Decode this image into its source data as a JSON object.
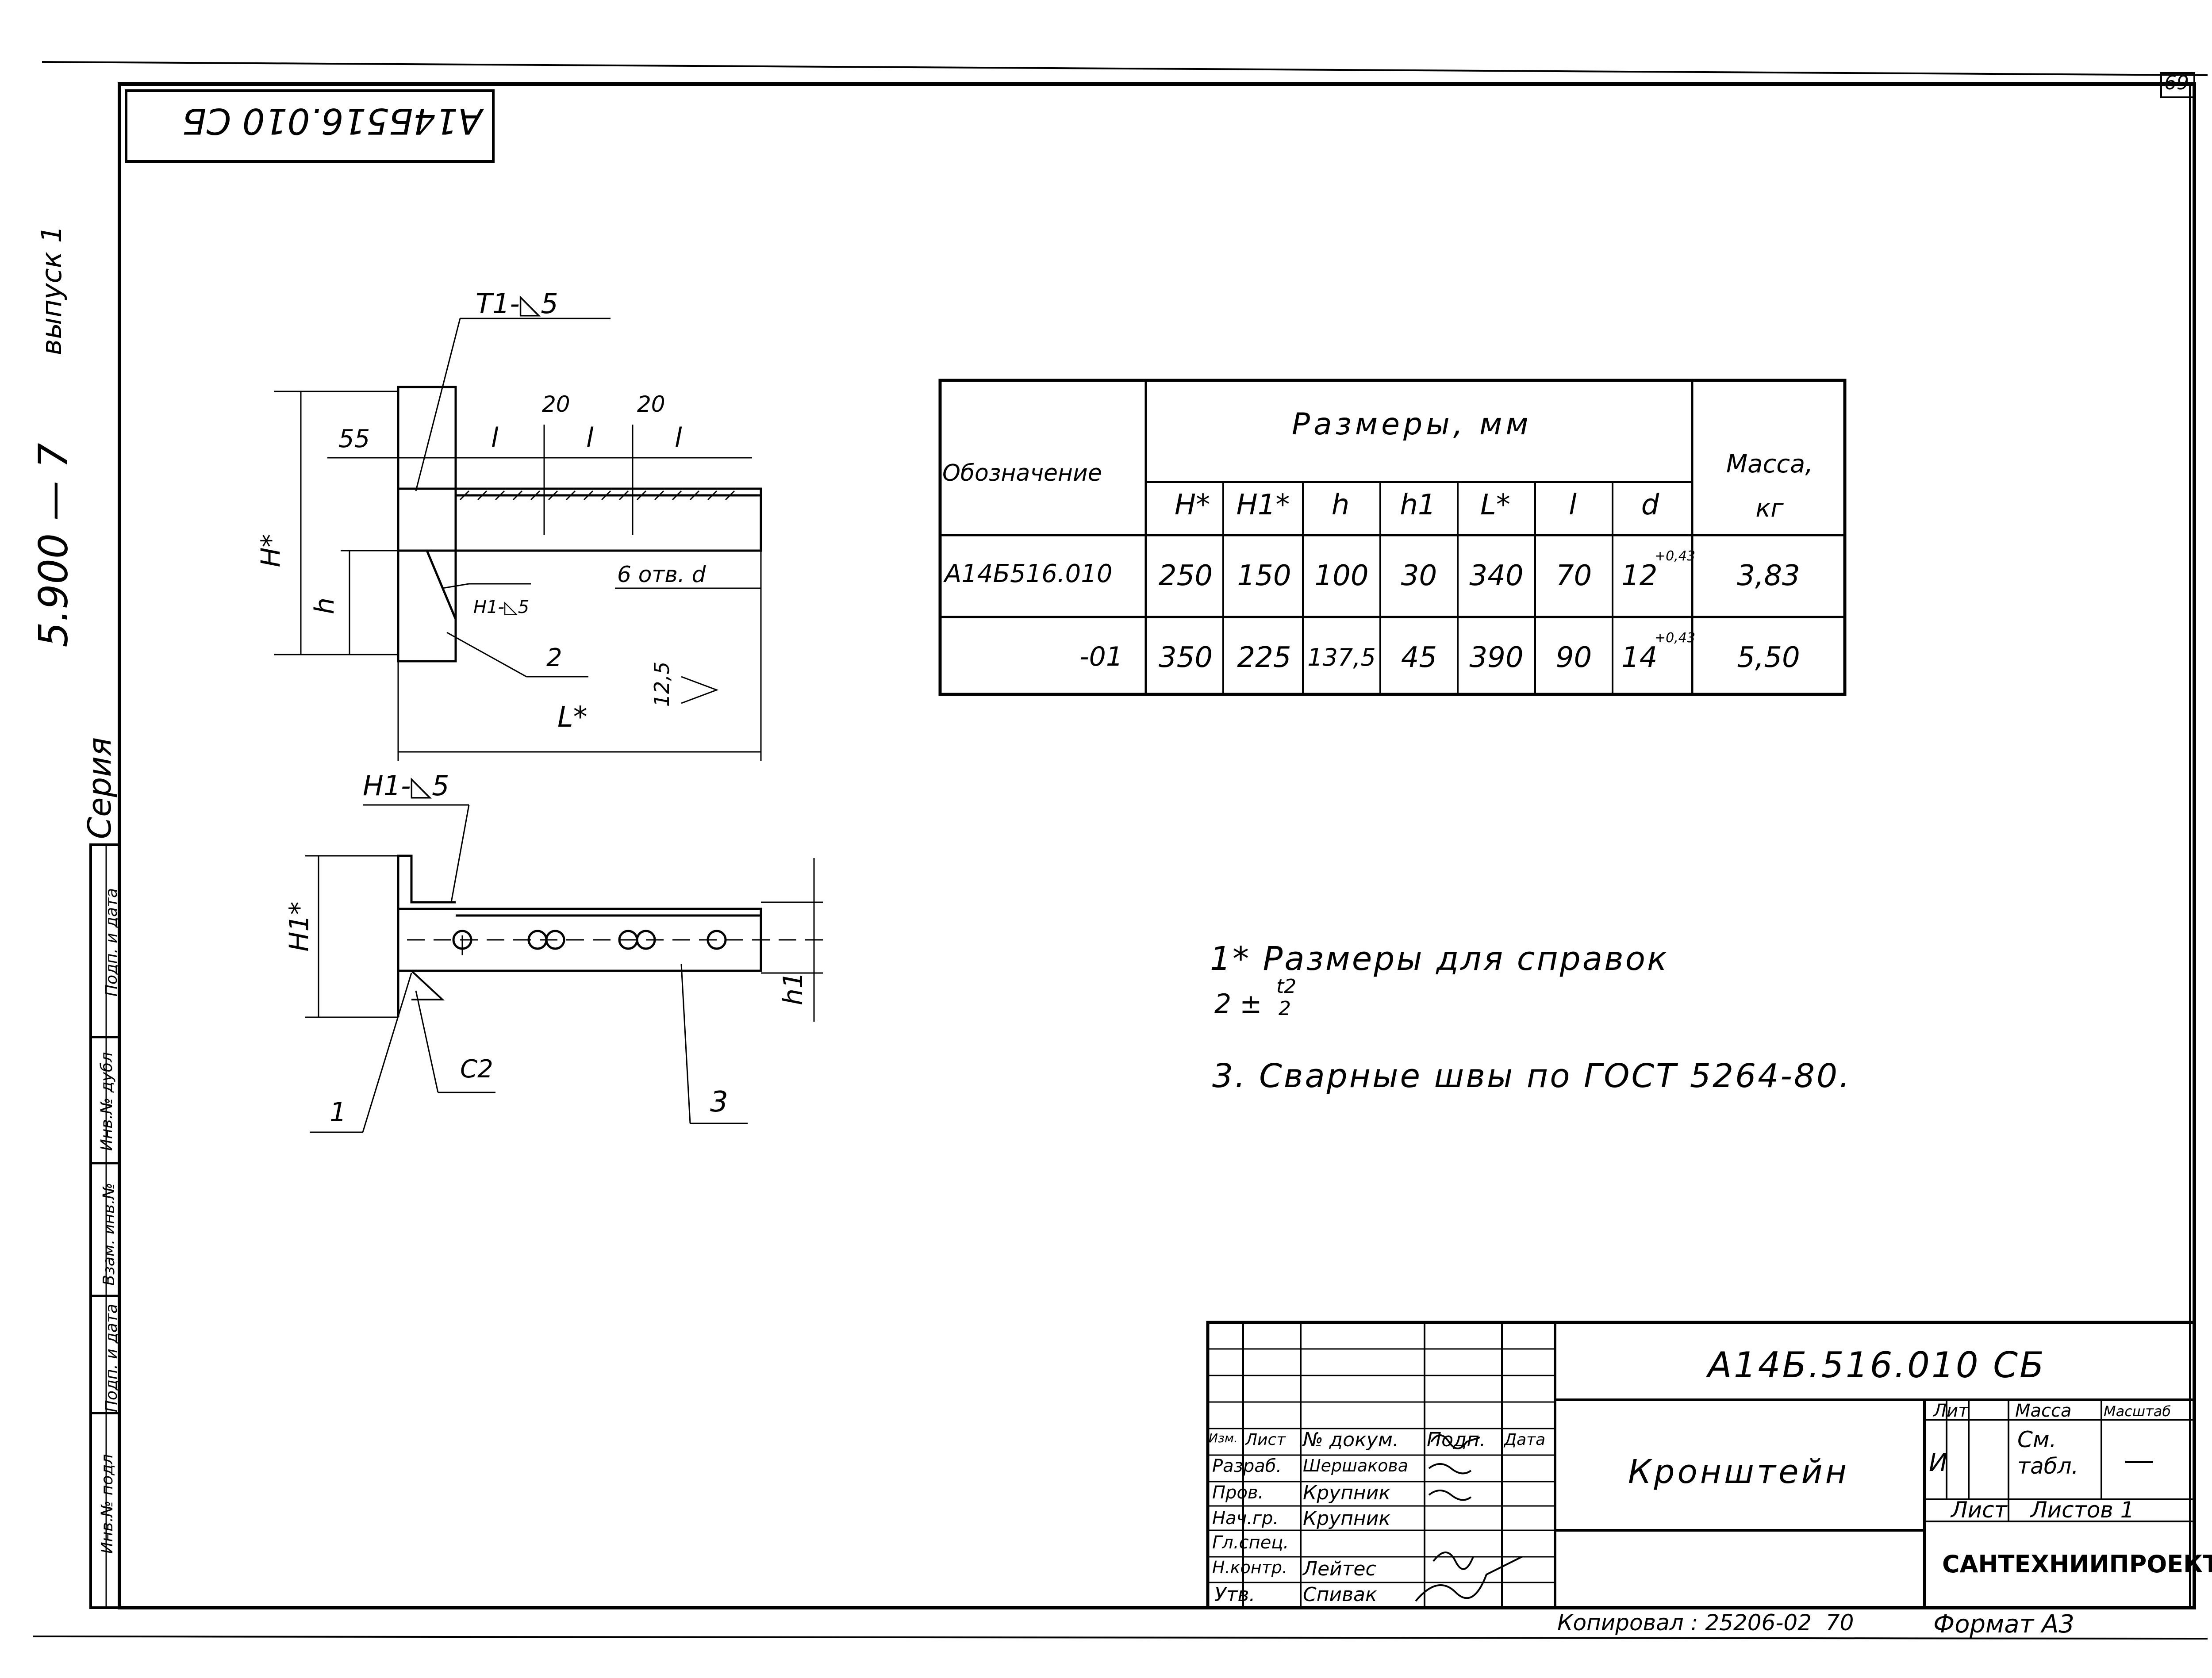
{
  "page_number": "69",
  "top_stamp": "А14Б516.010 СБ",
  "left_margin": {
    "vypusk": "выпуск 1",
    "seria_label": "Серия",
    "seria_value": "5.900 — 7",
    "strip_labels": [
      "Инв.№ подл",
      "Подп. и дата",
      "Взам. инв.№",
      "Инв.№ дубл",
      "Подп. и дата"
    ]
  },
  "drawing": {
    "top_view": {
      "weld_top": "Т1-◺5",
      "dim_55": "55",
      "dim_l1": "l",
      "dim_20a": "20",
      "dim_l2": "l",
      "dim_20b": "20",
      "dim_l3": "l",
      "dim_H": "H*",
      "dim_h": "h",
      "weld_side": "Н1-◺5",
      "holes": "6 отв. d",
      "roughness": "12,5",
      "pos2": "2",
      "dim_L": "L*"
    },
    "bottom_view": {
      "weld": "Н1-◺5",
      "dim_H1": "H1*",
      "dim_h1": "h1",
      "chamfer": "С2",
      "pos1": "1",
      "pos3": "3"
    }
  },
  "table": {
    "col_designation": "Обозначение",
    "col_dims": "Размеры, мм",
    "col_mass": "Масса, кг",
    "sub_headers": [
      "H*",
      "H1*",
      "h",
      "h1",
      "L*",
      "l",
      "d"
    ],
    "rows": [
      {
        "designation": "А14Б516.010",
        "values": [
          "250",
          "150",
          "100",
          "30",
          "340",
          "70",
          "12"
        ],
        "tol": "+0,43",
        "mass": "3,83"
      },
      {
        "designation": "-01",
        "values": [
          "350",
          "225",
          "137,5",
          "45",
          "390",
          "90",
          "14"
        ],
        "tol": "+0,43",
        "mass": "5,50"
      }
    ]
  },
  "notes": {
    "n1": "1* Размеры для справок",
    "n2_main": "2 ±",
    "n2_frac_top": "t2",
    "n2_frac_bottom": "2",
    "n3": "3. Сварные швы по ГОСТ 5264-80."
  },
  "title_block": {
    "doc_code": "А14Б.516.010 СБ",
    "name": "Кронштейн",
    "org": "САНТЕХНИИПРОЕКТ",
    "lit_label": "Лит",
    "mass_label": "Масса",
    "scale_label": "Масштаб",
    "lit_value": "И",
    "mass_value": "См. табл.",
    "scale_value": "—",
    "sheet_label": "Лист",
    "sheets_label": "Листов 1",
    "header_cols": [
      "Изм.",
      "Лист",
      "№ докум.",
      "Подп.",
      "Дата"
    ],
    "roles": [
      {
        "role": "Разраб.",
        "name": "Шершакова"
      },
      {
        "role": "Пров.",
        "name": "Крупник"
      },
      {
        "role": "Нач.гр.",
        "name": "Крупник"
      },
      {
        "role": "Гл.спец.",
        "name": ""
      },
      {
        "role": "Н.контр.",
        "name": "Лейтес"
      },
      {
        "role": "Утв.",
        "name": "Спивак"
      }
    ]
  },
  "footer": {
    "copied": "Копировал : 25206-02  70",
    "format": "Формат А3"
  }
}
